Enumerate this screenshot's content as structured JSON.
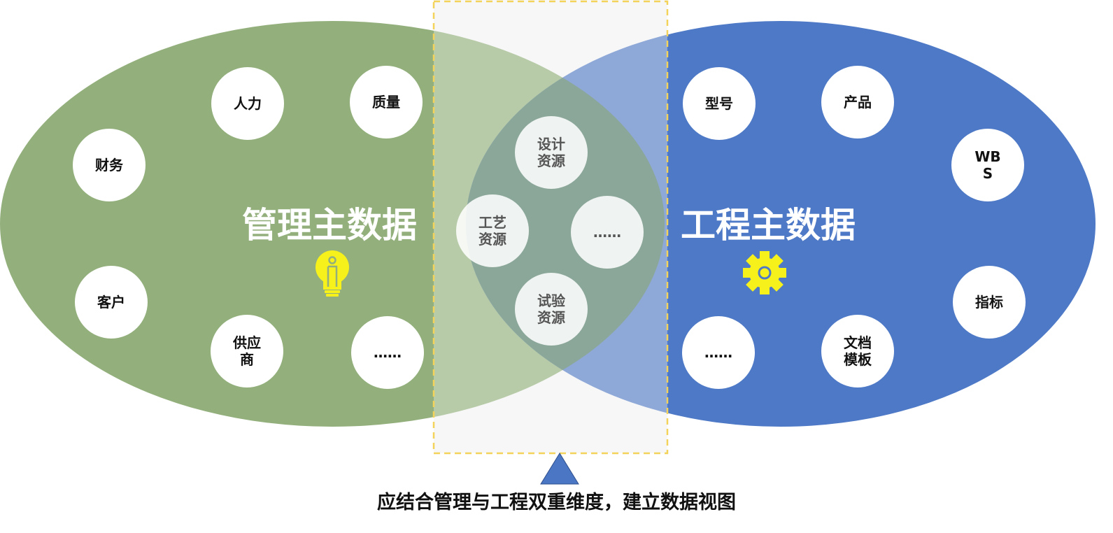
{
  "left_group": {
    "title": "管理主数据",
    "icon": "lightbulb-icon",
    "items": [
      "人力",
      "质量",
      "财务",
      "客户",
      "供应\n商",
      "……"
    ]
  },
  "right_group": {
    "title": "工程主数据",
    "icon": "gear-icon",
    "items": [
      "型号",
      "产品",
      "WB\nS",
      "指标",
      "……",
      "文档\n模板"
    ]
  },
  "shared_group": {
    "items": [
      "设计\n资源",
      "工艺\n资源",
      "……",
      "试验\n资源"
    ]
  },
  "caption": "应结合管理与工程双重维度，建立数据视图",
  "colors": {
    "left": "#93b07c",
    "right": "#4e79c6",
    "overlap_band": "#b7cba8",
    "highlight_dash": "#f3d35a",
    "icon_yellow": "#f7f11b",
    "triangle": "#4a76c4"
  }
}
